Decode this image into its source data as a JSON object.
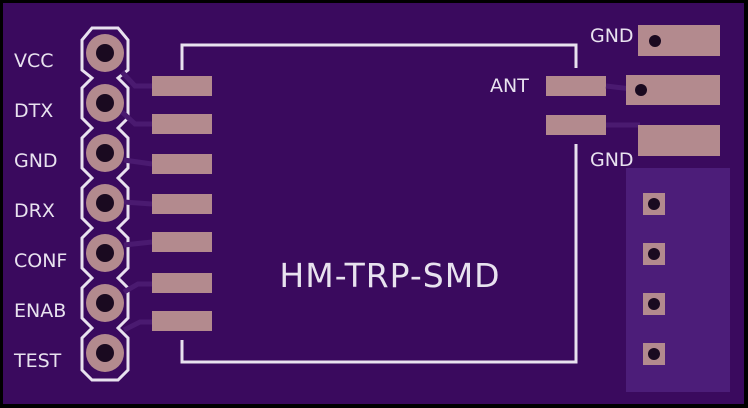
{
  "board": {
    "module_label": "HM-TRP-SMD",
    "colors": {
      "outline": "#000000",
      "substrate": "#3a0a5e",
      "copper_pad": "#b38a8e",
      "silkscreen": "#e8e2ef",
      "drill": "#1a0a20",
      "keepout_zone": "#4c1d79"
    },
    "header_pins": [
      {
        "label": "VCC"
      },
      {
        "label": "DTX"
      },
      {
        "label": "GND"
      },
      {
        "label": "DRX"
      },
      {
        "label": "CONF"
      },
      {
        "label": "ENAB"
      },
      {
        "label": "TEST"
      }
    ],
    "antenna_labels": {
      "top_gnd": "GND",
      "ant": "ANT",
      "bottom_gnd": "GND"
    },
    "side_pads": 4
  }
}
